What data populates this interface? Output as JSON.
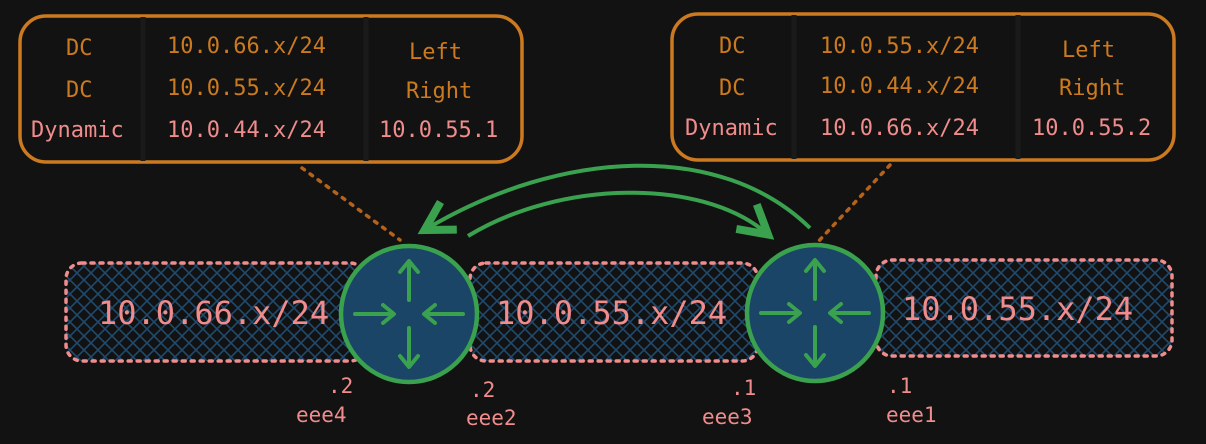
{
  "colors": {
    "background": "#121212",
    "table_border": "#cc7a1f",
    "static_text": "#cc7a1f",
    "dynamic_text": "#f08c8c",
    "network_border": "#f08c8c",
    "network_hatch": "#1e4a6e",
    "router_fill": "#1a4566",
    "router_outline": "#3aa14e",
    "arrow": "#3aa14e",
    "leader": "#b5621a"
  },
  "left_table": {
    "types": [
      "DC",
      "DC",
      "Dynamic"
    ],
    "prefixes": [
      "10.0.66.x/24",
      "10.0.55.x/24",
      "10.0.44.x/24"
    ],
    "next_hops": [
      "Left",
      "Right",
      "10.0.55.1"
    ]
  },
  "right_table": {
    "types": [
      "DC",
      "DC",
      "Dynamic"
    ],
    "prefixes": [
      "10.0.55.x/24",
      "10.0.44.x/24",
      "10.0.66.x/24"
    ],
    "next_hops": [
      "Left",
      "Right",
      "10.0.55.2"
    ]
  },
  "networks": [
    "10.0.66.x/24",
    "10.0.55.x/24",
    "10.0.55.x/24"
  ],
  "interfaces": [
    {
      "host": ".2",
      "name": "eee4"
    },
    {
      "host": ".2",
      "name": "eee2"
    },
    {
      "host": ".1",
      "name": "eee3"
    },
    {
      "host": ".1",
      "name": "eee1"
    }
  ],
  "icons": [
    "router-icon",
    "exchange-arrows-icon"
  ]
}
